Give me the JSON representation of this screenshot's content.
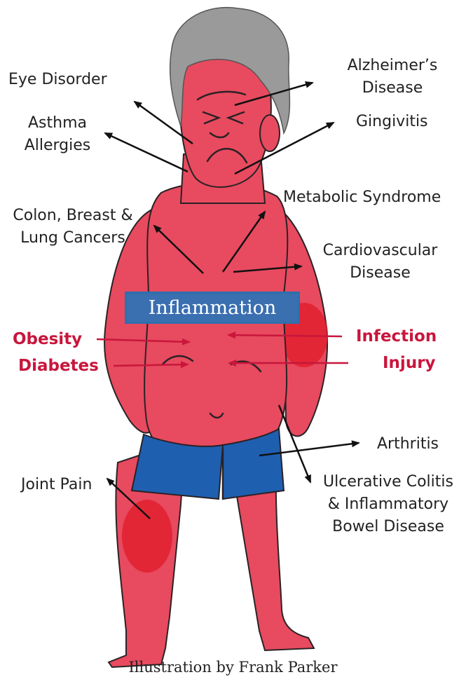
{
  "colors": {
    "skin": "#e84a5f",
    "skin_dark": "#d2334a",
    "hot_spot": "#e0202f",
    "shorts": "#1f5fb0",
    "hair": "#9a9a9a",
    "outline": "#2a2226",
    "banner_bg": "#3a6fb0",
    "cause_text": "#c8163c",
    "label_text": "#222222"
  },
  "banner": {
    "label": "Inflammation"
  },
  "conditions": {
    "eye_disorder": "Eye Disorder",
    "alzheimers_line1": "Alzheimer’s",
    "alzheimers_line2": "Disease",
    "asthma": "Asthma",
    "allergies": "Allergies",
    "gingivitis": "Gingivitis",
    "cancers_line1": "Colon, Breast &",
    "cancers_line2": "Lung Cancers",
    "metabolic": "Metabolic Syndrome",
    "cardio_line1": "Cardiovascular",
    "cardio_line2": "Disease",
    "arthritis": "Arthritis",
    "joint_pain": "Joint Pain",
    "colitis_line1": "Ulcerative Colitis",
    "colitis_line2": "& Inflammatory",
    "colitis_line3": "Bowel Disease"
  },
  "causes": {
    "obesity": "Obesity",
    "diabetes": "Diabetes",
    "infection": "Infection",
    "injury": "Injury"
  },
  "credit": "Illustration by Frank Parker"
}
